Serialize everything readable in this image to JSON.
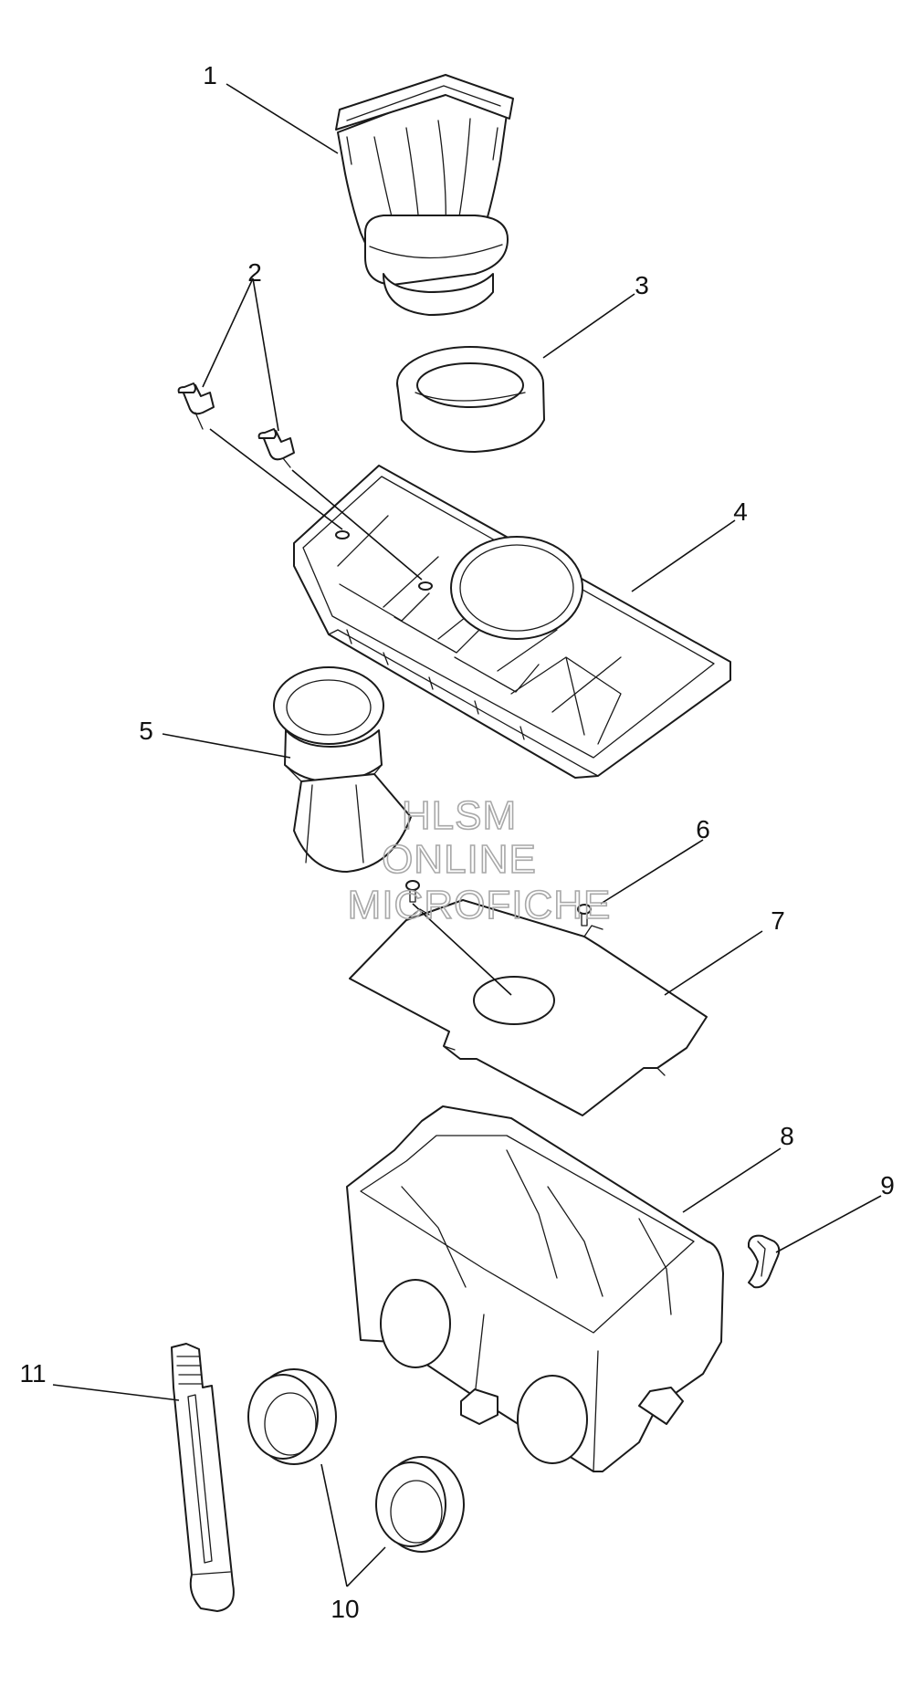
{
  "watermark": {
    "line1": "HLSM",
    "line2": "ONLINE",
    "line3": "MICROFICHE"
  },
  "callouts": [
    "1",
    "2",
    "3",
    "4",
    "5",
    "6",
    "7",
    "8",
    "9",
    "10",
    "11"
  ]
}
